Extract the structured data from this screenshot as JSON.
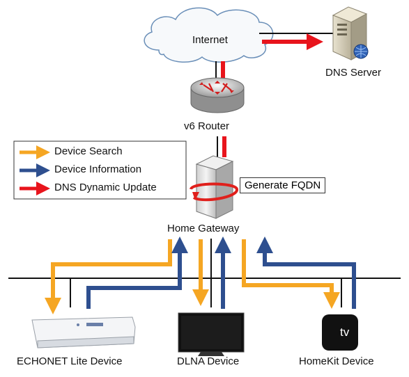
{
  "colors": {
    "search": "#f5a623",
    "information": "#2e4f8f",
    "dns_update": "#e8141c",
    "line": "#111111"
  },
  "labels": {
    "internet": "Internet",
    "dns_server": "DNS Server",
    "v6_router": "v6 Router",
    "home_gateway": "Home Gateway",
    "generate_fqdn": "Generate FQDN",
    "echonet": "ECHONET Lite Device",
    "dlna": "DLNA Device",
    "homekit": "HomeKit Device",
    "appletv": "tv"
  },
  "legend": {
    "search": "Device Search",
    "information": "Device Information",
    "dns_update": "DNS Dynamic Update"
  },
  "icons": {
    "cloud": "cloud-icon",
    "server": "server-icon",
    "router": "router-icon",
    "gateway": "gateway-icon",
    "ac": "air-conditioner-icon",
    "tv": "television-icon",
    "appletv": "apple-tv-icon"
  }
}
